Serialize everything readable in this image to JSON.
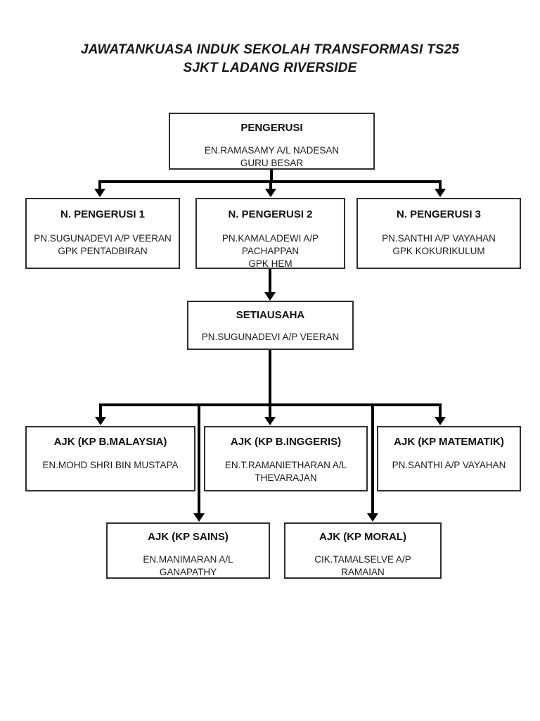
{
  "page": {
    "title_line1": "JAWATANKUASA INDUK SEKOLAH TRANSFORMASI TS25",
    "title_line2": "SJKT LADANG RIVERSIDE"
  },
  "nodes": [
    {
      "id": "pengerusi",
      "title": "PENGERUSI",
      "lines": [
        "EN.RAMASAMY A/L NADESAN",
        "GURU BESAR"
      ]
    },
    {
      "id": "n-pengerusi-1",
      "title": "N. PENGERUSI 1",
      "lines": [
        "PN.SUGUNADEVI A/P VEERAN",
        "GPK PENTADBIRAN"
      ]
    },
    {
      "id": "n-pengerusi-2",
      "title": "N. PENGERUSI 2",
      "lines": [
        "PN.KAMALADEWI A/P PACHAPPAN",
        "GPK HEM"
      ]
    },
    {
      "id": "n-pengerusi-3",
      "title": "N. PENGERUSI 3",
      "lines": [
        "PN.SANTHI A/P VAYAHAN",
        "GPK KOKURIKULUM"
      ]
    },
    {
      "id": "setiausaha",
      "title": "SETIAUSAHA",
      "lines": [
        "PN.SUGUNADEVI A/P VEERAN"
      ]
    },
    {
      "id": "ajk-bm",
      "title": "AJK (KP B.MALAYSIA)",
      "lines": [
        "EN.MOHD SHRI BIN MUSTAPA"
      ]
    },
    {
      "id": "ajk-bi",
      "title": "AJK (KP B.INGGERIS)",
      "lines": [
        "EN.T.RAMANIETHARAN A/L THEVARAJAN"
      ]
    },
    {
      "id": "ajk-mm",
      "title": "AJK (KP MATEMATIK)",
      "lines": [
        "PN.SANTHI A/P VAYAHAN"
      ]
    },
    {
      "id": "ajk-sn",
      "title": "AJK (KP SAINS)",
      "lines": [
        "EN.MANIMARAN A/L GANAPATHY"
      ]
    },
    {
      "id": "ajk-moral",
      "title": "AJK (KP MORAL)",
      "lines": [
        "CIK.TAMALSELVE A/P RAMAIAN"
      ]
    }
  ],
  "colors": {
    "background": "#ffffff",
    "box_border": "#2f2f2f",
    "connector": "#000000",
    "text": "#1a1a1a"
  }
}
